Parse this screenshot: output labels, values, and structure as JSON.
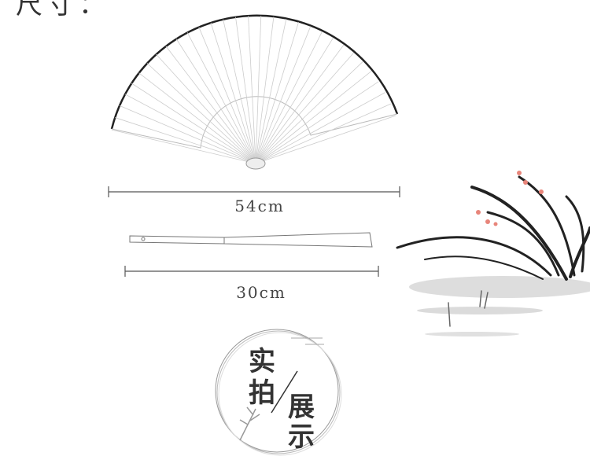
{
  "heading": "尺寸：",
  "fan_open": {
    "width_label": "54cm"
  },
  "fan_closed": {
    "length_label": "30cm"
  },
  "badge": {
    "chars": [
      "实",
      "拍",
      "展",
      "示"
    ]
  },
  "colors": {
    "ink": "#222222",
    "line": "#555555",
    "blossom": "#e8857a"
  }
}
